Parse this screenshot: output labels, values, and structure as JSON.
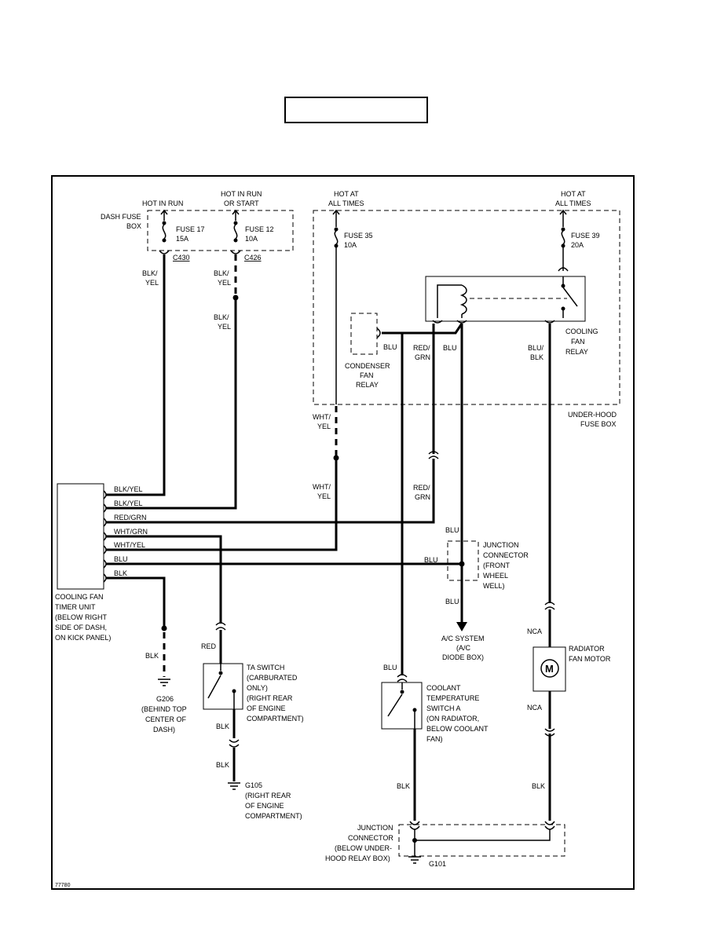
{
  "labels": {
    "hot_in_run": "HOT IN RUN",
    "hot_in_run_or_start_1": "HOT IN RUN",
    "hot_in_run_or_start_2": "OR START",
    "hot_at_all_times_a1": "HOT AT",
    "hot_at_all_times_a2": "ALL TIMES",
    "hot_at_all_times_b1": "HOT AT",
    "hot_at_all_times_b2": "ALL TIMES",
    "dash_fuse_box_1": "DASH FUSE",
    "dash_fuse_box_2": "BOX",
    "fuse17_name": "FUSE 17",
    "fuse17_rating": "15A",
    "fuse12_name": "FUSE 12",
    "fuse12_rating": "10A",
    "fuse35_name": "FUSE 35",
    "fuse35_rating": "10A",
    "fuse39_name": "FUSE 39",
    "fuse39_rating": "20A",
    "c430": "C430",
    "c426": "C426",
    "condenser_fan_relay_1": "CONDENSER",
    "condenser_fan_relay_2": "FAN",
    "condenser_fan_relay_3": "RELAY",
    "cooling_fan_relay_1": "COOLING",
    "cooling_fan_relay_2": "FAN",
    "cooling_fan_relay_3": "RELAY",
    "under_hood_fuse_box_1": "UNDER-HOOD",
    "under_hood_fuse_box_2": "FUSE BOX",
    "timer_pins": [
      "BLK/YEL",
      "BLK/YEL",
      "RED/GRN",
      "WHT/GRN",
      "WHT/YEL",
      "BLU",
      "BLK"
    ],
    "timer_unit": [
      "COOLING FAN",
      "TIMER UNIT",
      "(BELOW RIGHT",
      "SIDE OF DASH,",
      "ON KICK PANEL)"
    ],
    "g206": [
      "G206",
      "(BEHIND TOP",
      "CENTER OF",
      "DASH)"
    ],
    "ta_switch": [
      "TA SWITCH",
      "(CARBURATED",
      "ONLY)",
      "(RIGHT REAR",
      "OF ENGINE",
      "COMPARTMENT)"
    ],
    "g105": [
      "G105",
      "(RIGHT REAR",
      "OF ENGINE",
      "COMPARTMENT)"
    ],
    "junction_front": [
      "JUNCTION",
      "CONNECTOR",
      "(FRONT",
      "WHEEL",
      "WELL)"
    ],
    "ac_system": [
      "A/C SYSTEM",
      "(A/C",
      "DIODE BOX)"
    ],
    "coolant_switch": [
      "COOLANT",
      "TEMPERATURE",
      "SWITCH A",
      "(ON RADIATOR,",
      "BELOW COOLANT",
      "FAN)"
    ],
    "radiator_motor": [
      "RADIATOR",
      "FAN MOTOR"
    ],
    "motor_symbol": "M",
    "junction_bottom": [
      "JUNCTION",
      "CONNECTOR",
      "(BELOW UNDER-",
      "HOOD RELAY BOX)"
    ],
    "g101": "G101",
    "diagram_id": "77780"
  },
  "wire_colors": {
    "blk": "BLK",
    "blk_slash": "BLK/",
    "yel": "YEL",
    "wht_slash": "WHT/",
    "red_slash": "RED/",
    "grn": "GRN",
    "blu": "BLU",
    "blu_slash": "BLU/",
    "red": "RED",
    "nca": "NCA"
  }
}
